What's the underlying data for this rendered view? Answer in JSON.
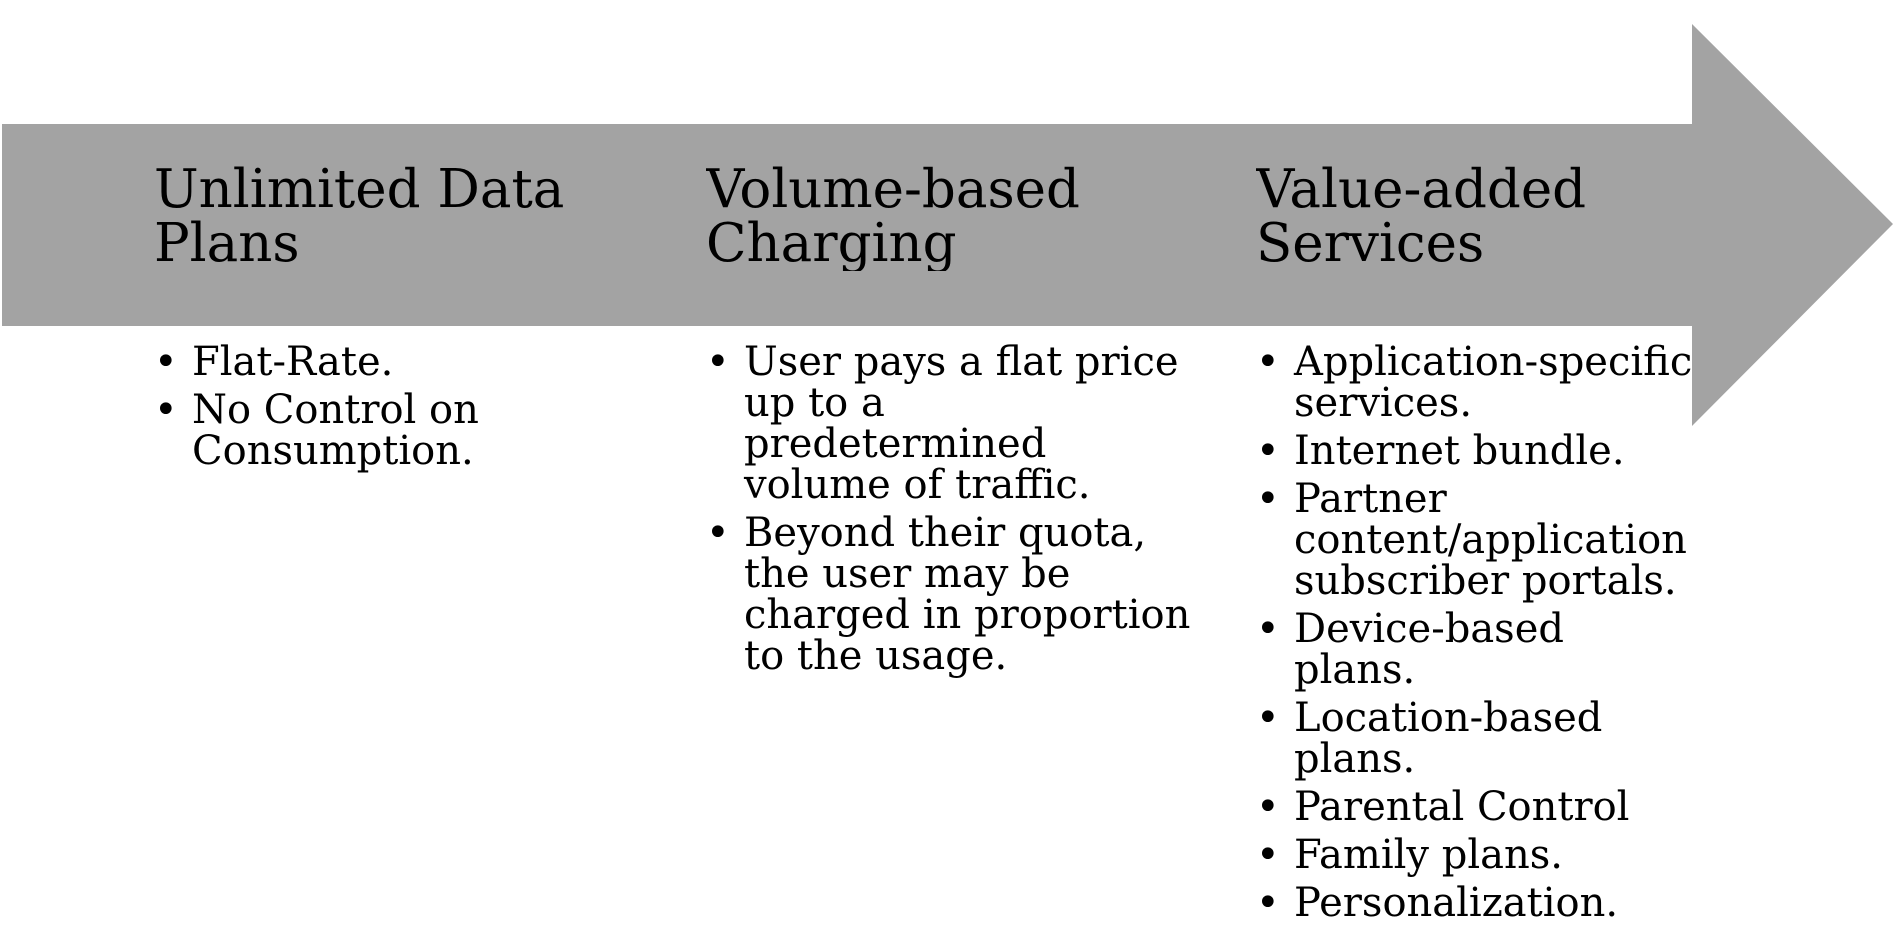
{
  "diagram": {
    "arrow_color": "#a3a3a3",
    "stages": [
      {
        "title": "Unlimited Data Plans",
        "items": [
          "Flat-Rate.",
          "No Control on Consumption."
        ]
      },
      {
        "title": "Volume-based Charging",
        "items": [
          "User pays a flat price up to a predetermined volume of traffic.",
          "Beyond their quota, the user may be charged in proportion to the usage."
        ]
      },
      {
        "title": "Value-added Services",
        "items": [
          "Application-specific services.",
          "Internet bundle.",
          "Partner content/application subscriber portals.",
          "Device-based plans.",
          "Location-based plans.",
          "Parental Control",
          "Family plans.",
          "Personalization."
        ]
      }
    ]
  }
}
